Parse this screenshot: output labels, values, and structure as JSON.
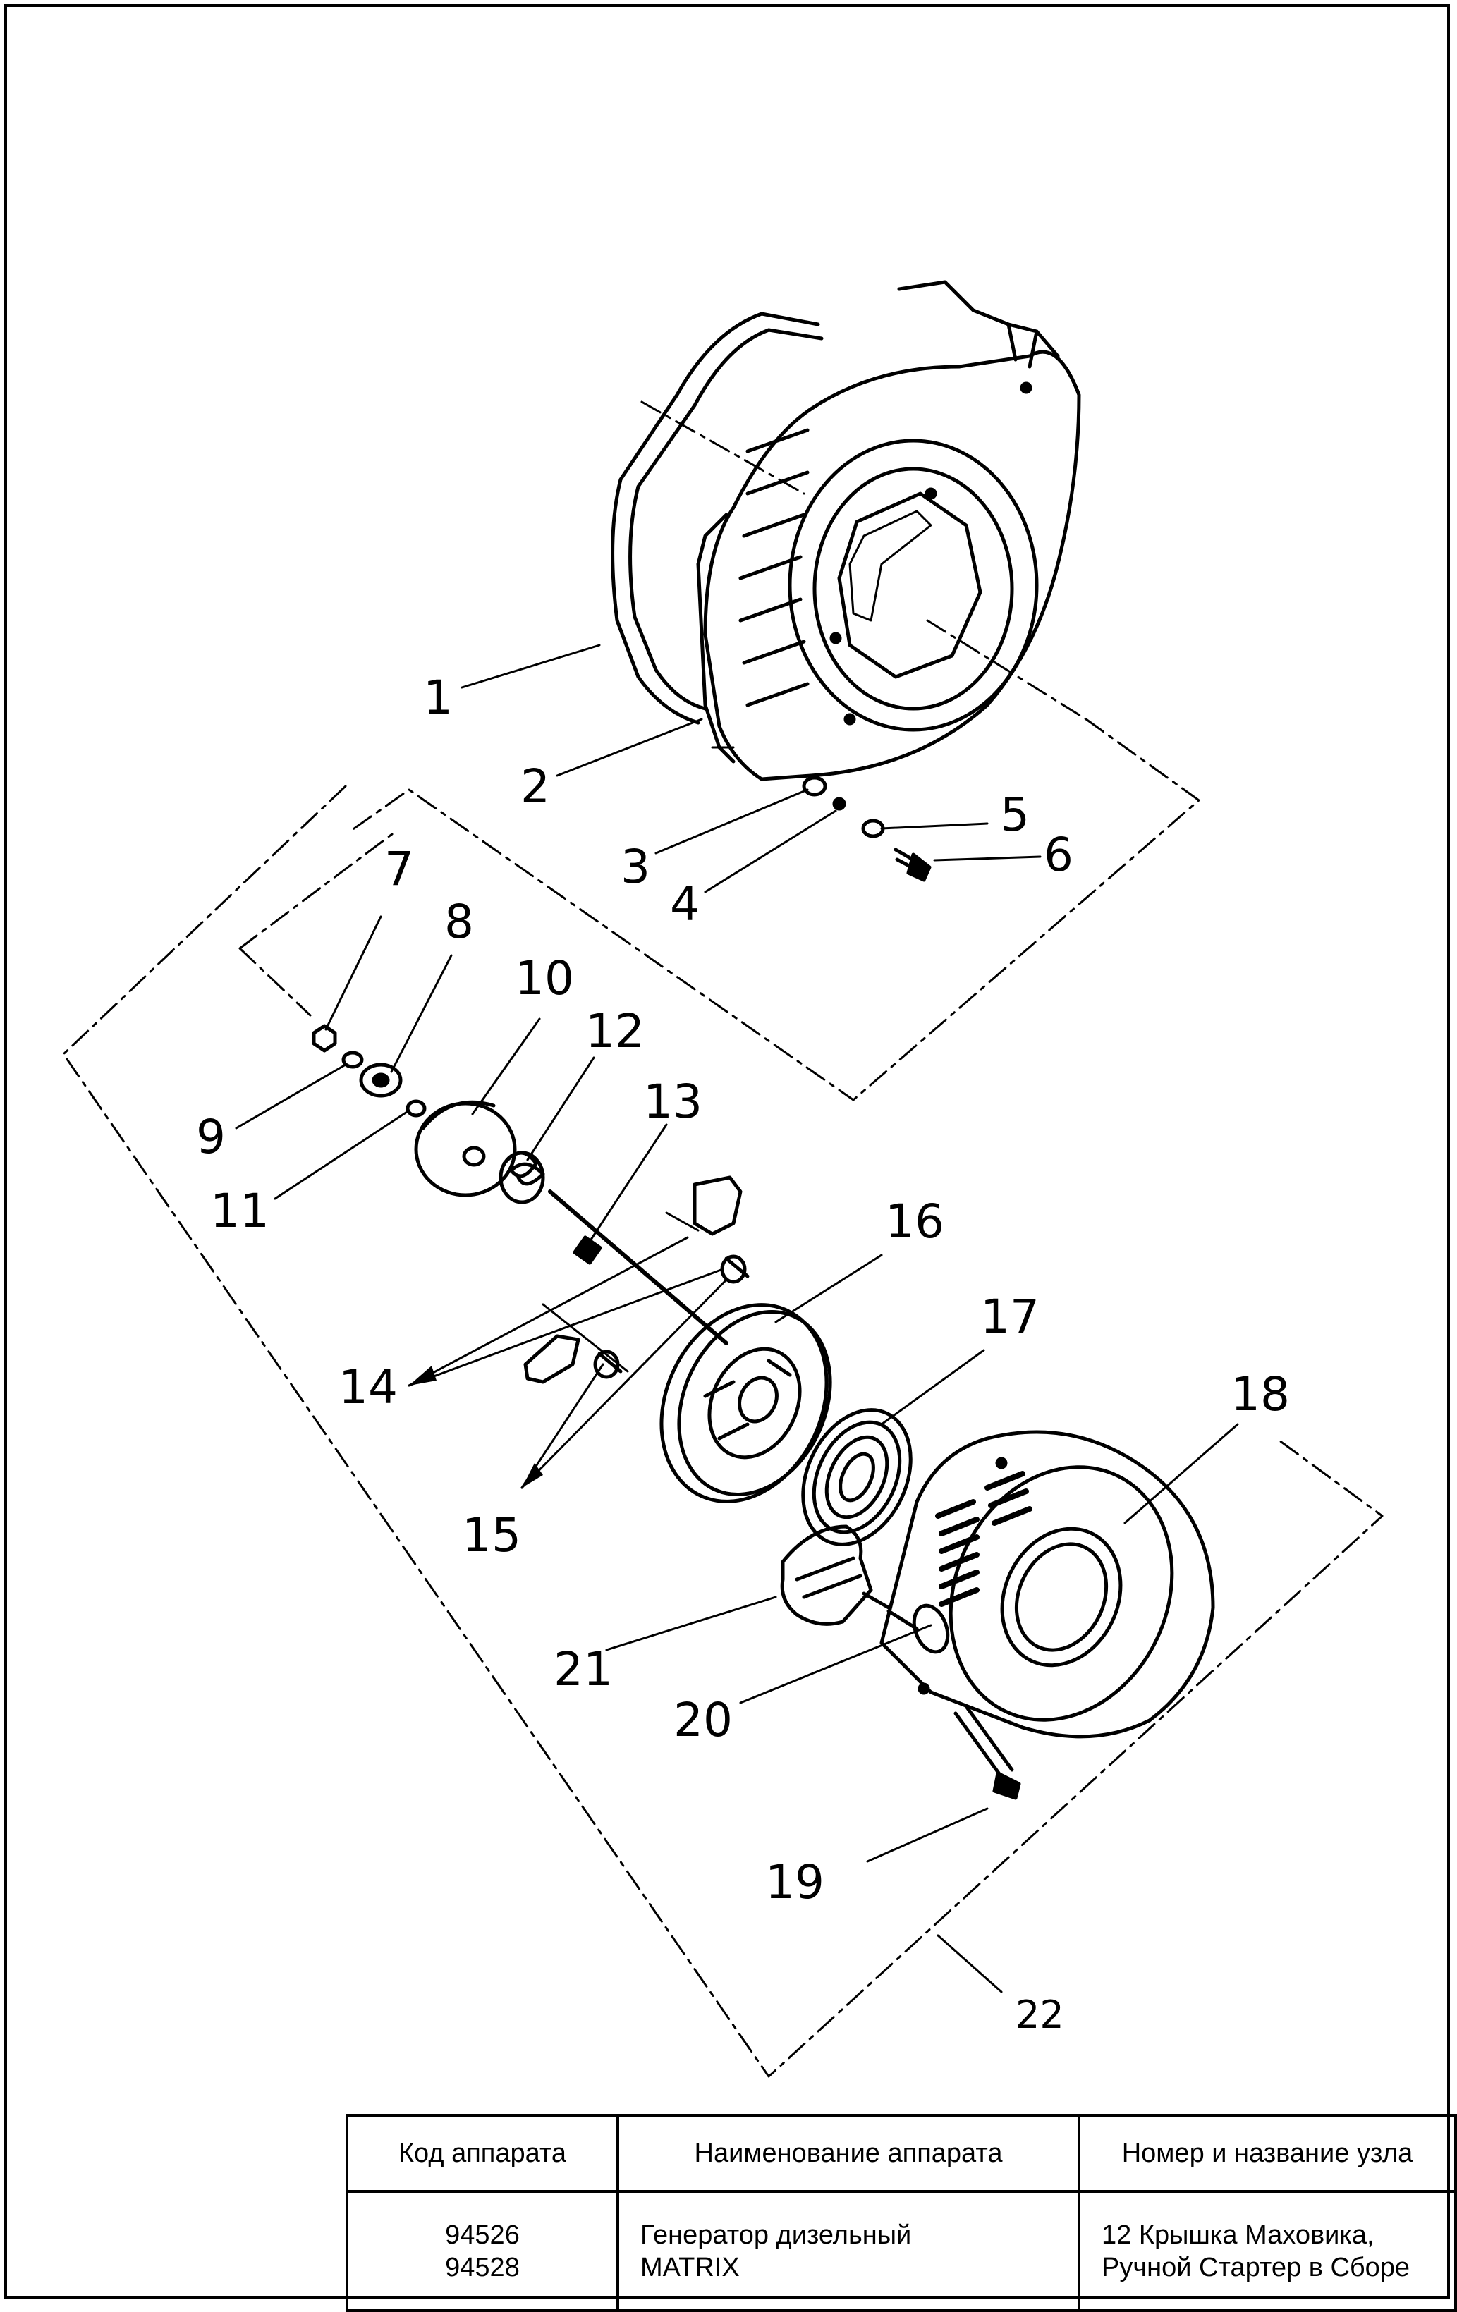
{
  "callouts": [
    {
      "id": "1",
      "label": "1"
    },
    {
      "id": "2",
      "label": "2"
    },
    {
      "id": "3",
      "label": "3"
    },
    {
      "id": "4",
      "label": "4"
    },
    {
      "id": "5",
      "label": "5"
    },
    {
      "id": "6",
      "label": "6"
    },
    {
      "id": "7",
      "label": "7"
    },
    {
      "id": "8",
      "label": "8"
    },
    {
      "id": "9",
      "label": "9"
    },
    {
      "id": "10",
      "label": "10"
    },
    {
      "id": "11",
      "label": "11"
    },
    {
      "id": "12",
      "label": "12"
    },
    {
      "id": "13",
      "label": "13"
    },
    {
      "id": "14",
      "label": "14"
    },
    {
      "id": "15",
      "label": "15"
    },
    {
      "id": "16",
      "label": "16"
    },
    {
      "id": "17",
      "label": "17"
    },
    {
      "id": "18",
      "label": "18"
    },
    {
      "id": "19",
      "label": "19"
    },
    {
      "id": "20",
      "label": "20"
    },
    {
      "id": "21",
      "label": "21"
    },
    {
      "id": "22",
      "label": "22"
    }
  ],
  "table": {
    "headers": [
      "Код аппарата",
      "Наименование аппарата",
      "Номер и название узла"
    ],
    "row": {
      "codes": "94526\n94528",
      "name": "Генератор дизельный\nMATRIX",
      "assembly": "12 Крышка Маховика,\nРучной Стартер в Сборе"
    }
  }
}
